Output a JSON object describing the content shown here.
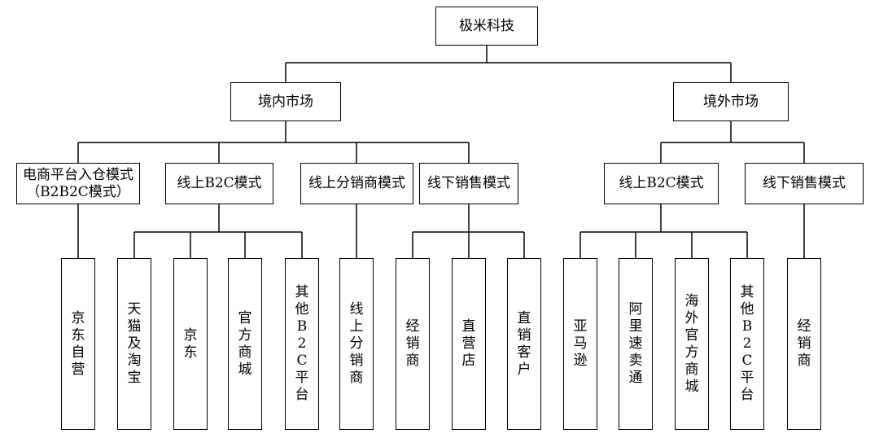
{
  "root": {
    "label": "极米科技"
  },
  "domestic": {
    "label": "境内市场",
    "modes": {
      "ecommerce": {
        "line1": "电商平台入仓模式",
        "line2": "（B2B2C模式）"
      },
      "online_b2c": "线上B2C模式",
      "online_distributor": "线上分销商模式",
      "offline_sales": "线下销售模式"
    },
    "leaves": {
      "jd_self": "京东自营",
      "tmall_taobao": "天猫及淘宝",
      "jd": "京东",
      "official_mall": "官方商城",
      "other_b2c": "其他B2C平台",
      "online_distributor": "线上分销商",
      "distributor": "经销商",
      "direct_store": "直营店",
      "direct_customer": "直销客户"
    }
  },
  "overseas": {
    "label": "境外市场",
    "modes": {
      "online_b2c": "线上B2C模式",
      "offline_sales": "线下销售模式"
    },
    "leaves": {
      "amazon": "亚马逊",
      "aliexpress": "阿里速卖通",
      "overseas_mall": "海外官方商城",
      "other_b2c": "其他B2C平台",
      "distributor": "经销商"
    }
  }
}
